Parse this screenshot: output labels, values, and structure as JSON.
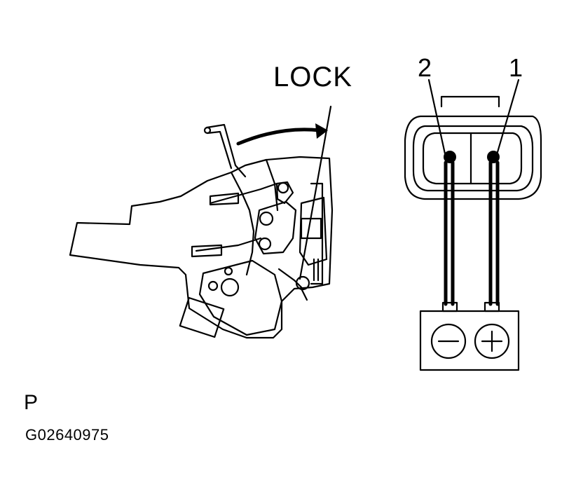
{
  "labels": {
    "lock": "LOCK",
    "pin_2": "2",
    "pin_1": "1",
    "view": "P",
    "figure_code": "G02640975"
  },
  "battery": {
    "negative_symbol": "minus-symbol",
    "positive_symbol": "plus-symbol"
  },
  "colors": {
    "ink": "#000000",
    "background": "#ffffff"
  }
}
